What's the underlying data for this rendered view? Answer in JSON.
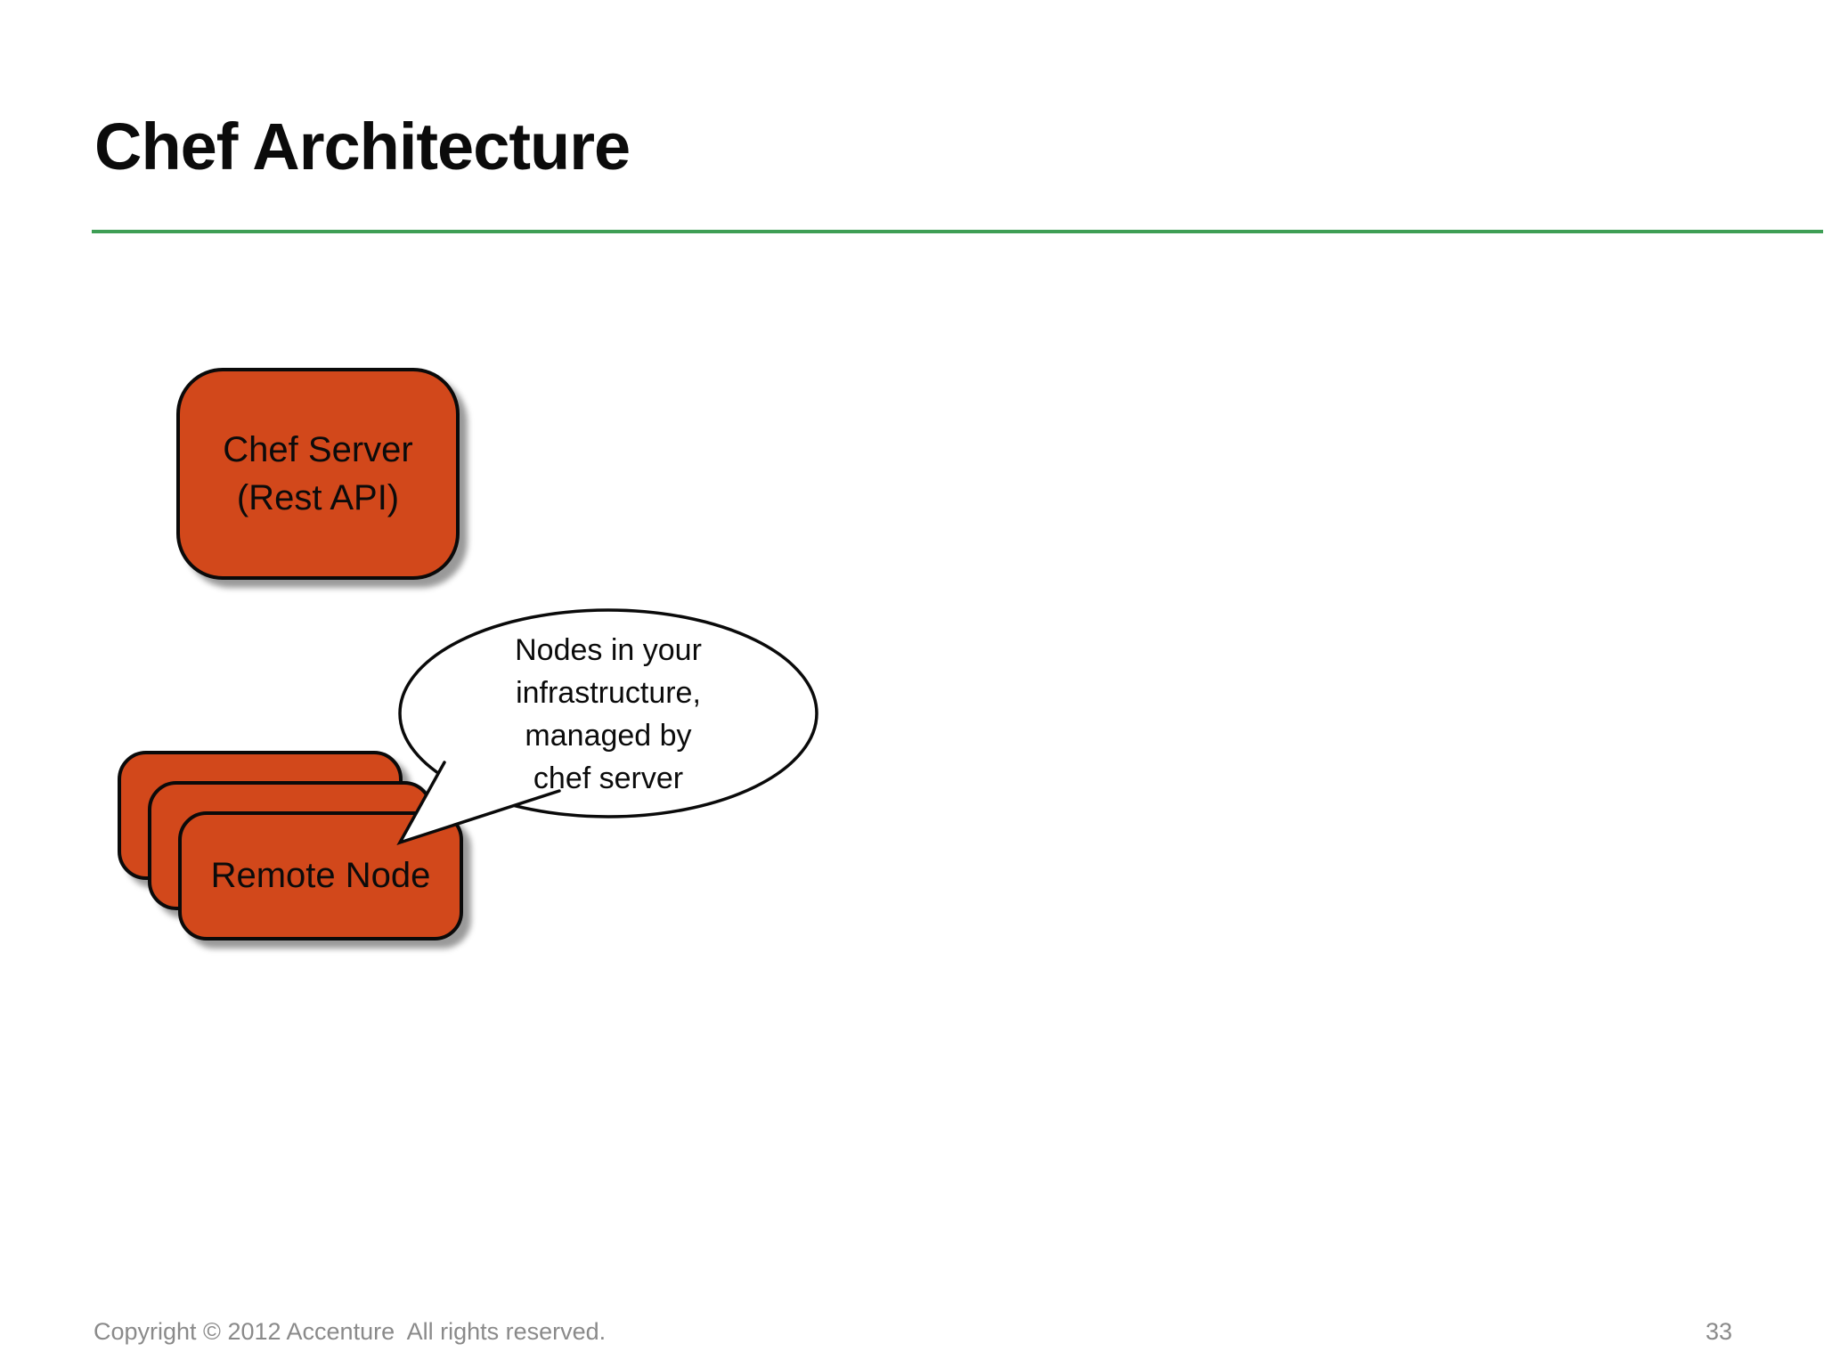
{
  "colors": {
    "node-fill": "#D2481B",
    "node-border": "#0A0A0A",
    "accent-line": "#3E9E55",
    "footer-text": "#8A8A8A",
    "text-color": "#0B0B0B"
  },
  "title": "Chef Architecture",
  "diagram": {
    "chef_server": {
      "line1": "Chef Server",
      "line2": "(Rest API)"
    },
    "remote_node": {
      "label": "Remote Node",
      "stack_count": 3
    },
    "callout": {
      "line1": "Nodes in your",
      "line2": "infrastructure,",
      "line3": "managed by",
      "line4": "chef server"
    }
  },
  "footer": {
    "copyright": "Copyright © 2012 Accenture  All rights reserved.",
    "page_number": "33"
  }
}
